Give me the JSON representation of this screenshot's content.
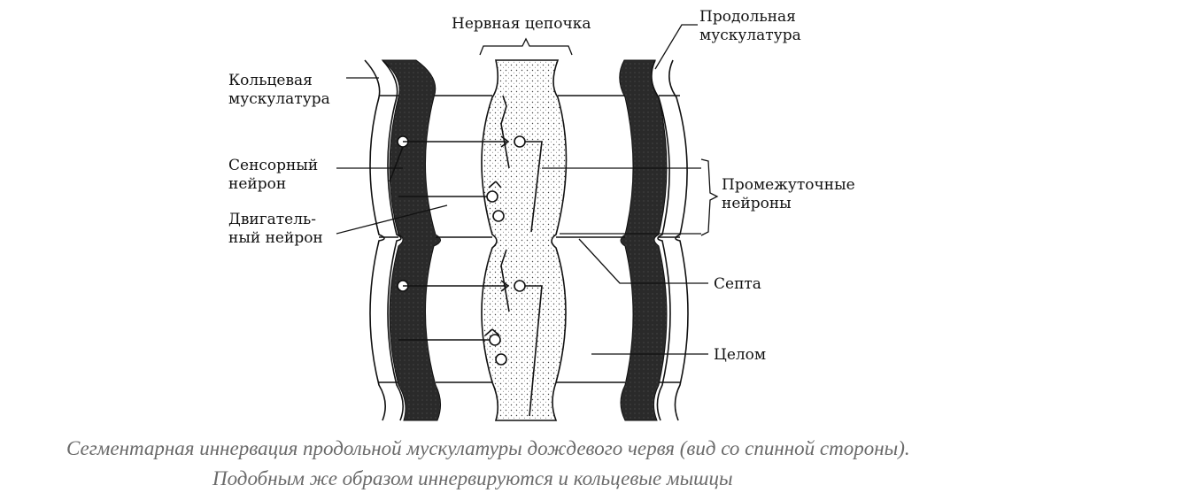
{
  "labels": {
    "nerve_chain": "Нервная цепочка",
    "longitudinal_1": "Продольная",
    "longitudinal_2": "мускулатура",
    "circular_1": "Кольцевая",
    "circular_2": "мускулатура",
    "sensory_1": "Сенсорный",
    "sensory_2": "нейрон",
    "motor_1": "Двигатель-",
    "motor_2": "ный нейрон",
    "interneurons_1": "Промежуточные",
    "interneurons_2": "нейроны",
    "septum": "Септа",
    "coelom": "Целом"
  },
  "caption": {
    "line1": "Сегментарная иннервация продольной мускулатуры дождевого червя (вид со спинной стороны).",
    "line2": "Подобным же образом иннервируются и кольцевые мышцы"
  },
  "colors": {
    "muscle_dark": "#2a2a2a",
    "line": "#111111",
    "caption_text": "#6a6a6a",
    "background": "#ffffff"
  }
}
